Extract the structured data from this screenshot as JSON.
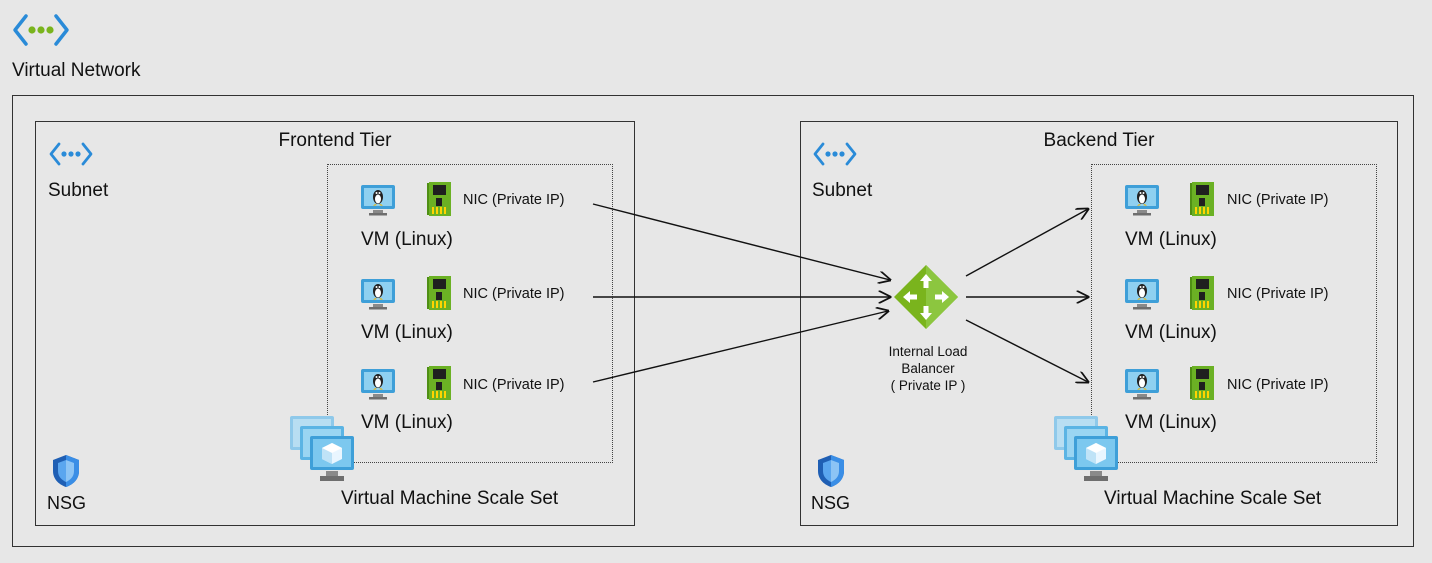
{
  "vnet": {
    "label": "Virtual Network",
    "icon": "vnet-icon"
  },
  "tiers": [
    {
      "title": "Frontend Tier",
      "subnet_label": "Subnet",
      "nsg_label": "NSG",
      "vmss_label": "Virtual Machine Scale Set",
      "vms": [
        {
          "vm_label": "VM (Linux)",
          "nic_label": "NIC (Private IP)"
        },
        {
          "vm_label": "VM (Linux)",
          "nic_label": "NIC (Private IP)"
        },
        {
          "vm_label": "VM (Linux)",
          "nic_label": "NIC (Private IP)"
        }
      ]
    },
    {
      "title": "Backend Tier",
      "subnet_label": "Subnet",
      "nsg_label": "NSG",
      "vmss_label": "Virtual Machine Scale Set",
      "vms": [
        {
          "vm_label": "VM (Linux)",
          "nic_label": "NIC (Private IP)"
        },
        {
          "vm_label": "VM (Linux)",
          "nic_label": "NIC (Private IP)"
        },
        {
          "vm_label": "VM (Linux)",
          "nic_label": "NIC (Private IP)"
        }
      ]
    }
  ],
  "load_balancer": {
    "label_line1": "Internal Load",
    "label_line2": "Balancer",
    "label_line3": "( Private IP )"
  },
  "colors": {
    "vnet_green": "#7ab41d",
    "subnet_blue": "#2a8bd8",
    "lb_green": "#7ab41d",
    "nic_green": "#6bb124",
    "monitor_blue": "#3e9fd8"
  }
}
